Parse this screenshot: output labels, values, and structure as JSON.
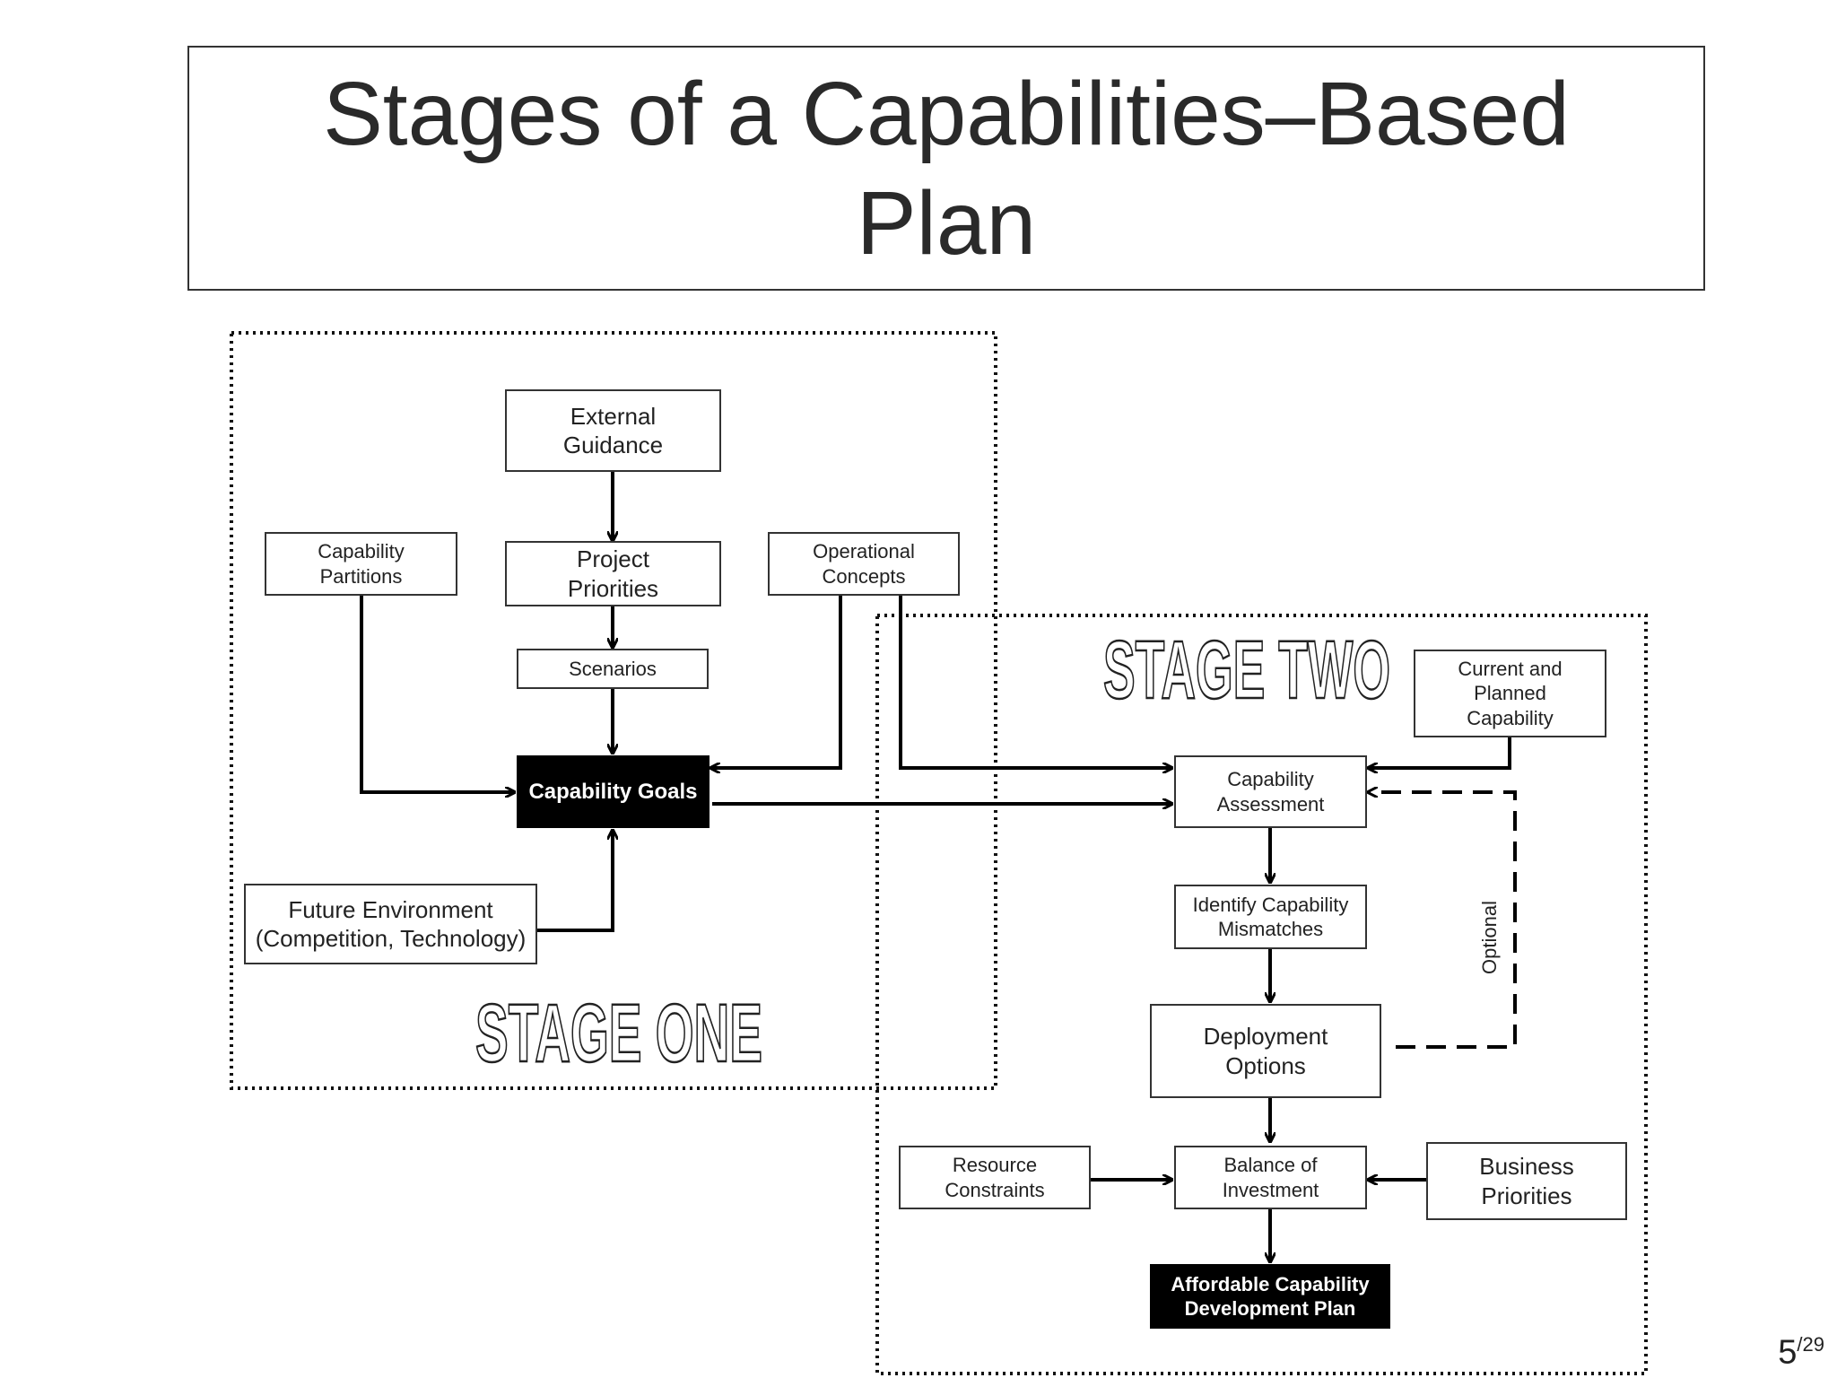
{
  "title": "Stages of a Capabilities–Based\nPlan",
  "nodes": {
    "external_guidance": "External\nGuidance",
    "project_priorities": "Project\nPriorities",
    "capability_partitions": "Capability\nPartitions",
    "operational_concepts": "Operational\nConcepts",
    "scenarios": "Scenarios",
    "capability_goals": "Capability Goals",
    "future_environment": "Future Environment\n(Competition, Technology)",
    "current_planned_capability": "Current and\nPlanned\nCapability",
    "capability_assessment": "Capability\nAssessment",
    "identify_mismatches": "Identify Capability\nMismatches",
    "deployment_options": "Deployment\nOptions",
    "resource_constraints": "Resource\nConstraints",
    "balance_of_investment": "Balance of\nInvestment",
    "business_priorities": "Business\nPriorities",
    "affordable_plan": "Affordable Capability\nDevelopment Plan"
  },
  "stage_one_label": "STAGE ONE",
  "stage_two_label": "STAGE TWO",
  "optional_label": "Optional",
  "page": {
    "current": "5",
    "total": "/29"
  }
}
